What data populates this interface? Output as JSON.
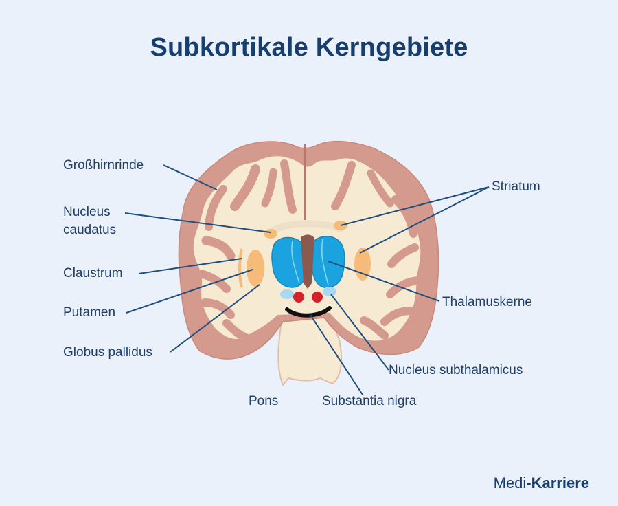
{
  "title": "Subkortikale Kerngebiete",
  "labels": {
    "grosshirnrinde": "Großhirnrinde",
    "nucleus_caudatus_1": "Nucleus",
    "nucleus_caudatus_2": "caudatus",
    "claustrum": "Claustrum",
    "putamen": "Putamen",
    "globus_pallidus": "Globus pallidus",
    "pons": "Pons",
    "substantia_nigra": "Substantia nigra",
    "nucleus_subthalamicus": "Nucleus subthalamicus",
    "thalamuskerne": "Thalamuskerne",
    "striatum": "Striatum"
  },
  "brand": {
    "part1": "Medi",
    "separator": "-",
    "part2": "Karriere"
  },
  "colors": {
    "background": "#eaf1fa",
    "title": "#163f70",
    "cortex": "#d49a8e",
    "white_matter": "#f6ead2",
    "thalamus": "#1aa3de",
    "striatum": "#f6bb78",
    "substantia_nigra": "#111111",
    "red_nucleus": "#d5232e",
    "leader_line": "#1f4f7e"
  }
}
